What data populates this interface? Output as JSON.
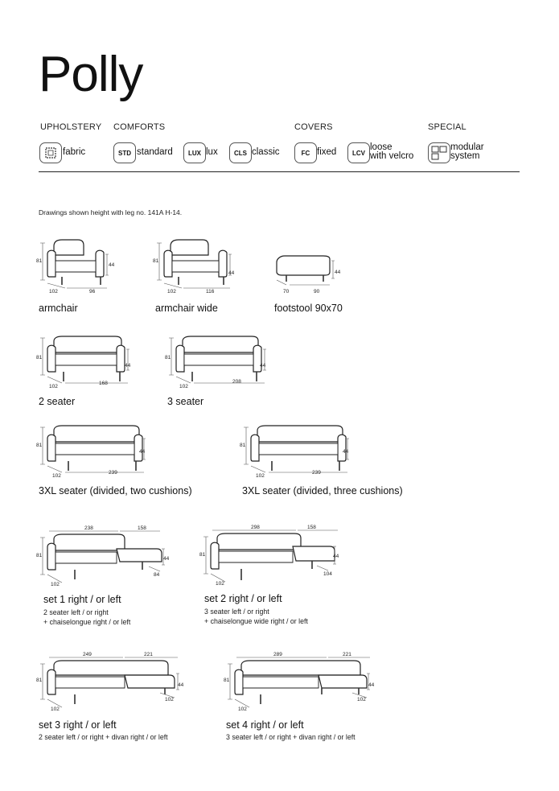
{
  "title": "Polly",
  "sections": {
    "upholstery": "UPHOLSTERY",
    "comforts": "COMFORTS",
    "covers": "COVERS",
    "special": "SPECIAL"
  },
  "badges": {
    "fabric": {
      "label": "fabric"
    },
    "std": {
      "code": "STD",
      "label": "standard"
    },
    "lux": {
      "code": "LUX",
      "label": "lux"
    },
    "cls": {
      "code": "CLS",
      "label": "classic"
    },
    "fc": {
      "code": "FC",
      "label": "fixed"
    },
    "lcv": {
      "code": "LCV",
      "label_line1": "loose",
      "label_line2": "with velcro"
    },
    "modular": {
      "label_line1": "modular",
      "label_line2": "system"
    }
  },
  "note": "Drawings shown height with leg no. 141A H-14.",
  "products": {
    "armchair": {
      "name": "armchair",
      "h": "81",
      "d": "102",
      "w": "96",
      "s": "44"
    },
    "armchair_wide": {
      "name": "armchair wide",
      "h": "81",
      "d": "102",
      "w": "116",
      "s": "44"
    },
    "footstool": {
      "name": "footstool 90x70",
      "d": "70",
      "w": "90",
      "s": "44"
    },
    "two_seater": {
      "name": "2 seater",
      "h": "81",
      "d": "102",
      "w": "168",
      "s": "44"
    },
    "three_seater": {
      "name": "3 seater",
      "h": "81",
      "d": "102",
      "w": "208",
      "s": "44"
    },
    "xl_two": {
      "name": "3XL seater (divided, two cushions)",
      "h": "81",
      "d": "102",
      "w": "239",
      "s": "44"
    },
    "xl_three": {
      "name": "3XL seater (divided, three cushions)",
      "h": "81",
      "d": "102",
      "w": "239",
      "s": "44"
    },
    "set1": {
      "name": "set 1 right / or left",
      "line1": "2 seater left / or right",
      "line2": "+ chaiselongue right / or left",
      "top_w": "238",
      "top_c": "158",
      "h": "81",
      "d": "102",
      "s": "44",
      "cd": "84"
    },
    "set2": {
      "name": "set 2 right / or left",
      "line1": "3 seater left / or right",
      "line2": "+ chaiselongue wide right / or left",
      "top_w": "298",
      "top_c": "158",
      "h": "81",
      "d": "102",
      "s": "44",
      "cd": "104"
    },
    "set3": {
      "name": "set 3 right / or left",
      "line1": "2 seater left / or right + divan right / or left",
      "top_w": "249",
      "top_c": "221",
      "h": "81",
      "d": "102",
      "s": "44",
      "cd": "102"
    },
    "set4": {
      "name": "set 4 right / or left",
      "line1": "3 seater left / or right + divan right / or left",
      "top_w": "289",
      "top_c": "221",
      "h": "81",
      "d": "102",
      "s": "44",
      "cd": "102"
    }
  }
}
